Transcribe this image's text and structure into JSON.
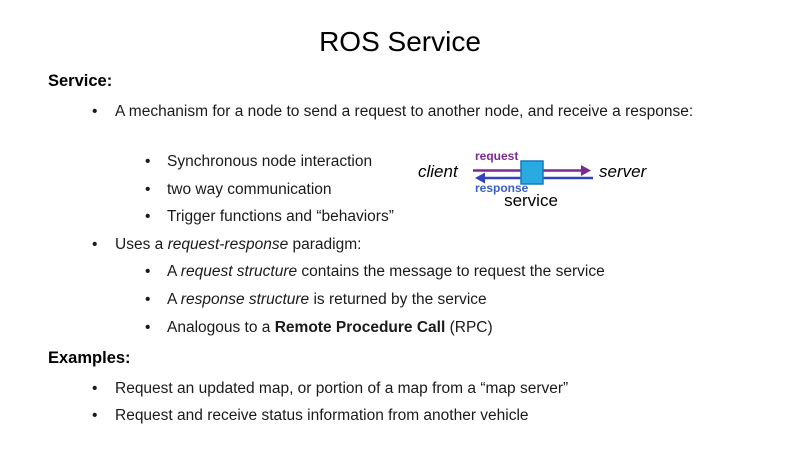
{
  "slide": {
    "title": "ROS Service"
  },
  "content": {
    "service_heading": "Service:",
    "b1": [
      {
        "text": "A mechanism for a node to send a request to another node, and receive a response:"
      }
    ],
    "b1_sub": {
      "0": [
        {
          "text": "Synchronous node interaction"
        }
      ],
      "1": [
        {
          "text": "two way communication"
        }
      ],
      "2": [
        {
          "text": "Trigger functions and “behaviors”"
        }
      ]
    },
    "b2": [
      {
        "text": "Uses a "
      },
      {
        "text": "request-response",
        "style": "italic"
      },
      {
        "text": " paradigm:"
      }
    ],
    "b2_sub": {
      "0": [
        {
          "text": "A "
        },
        {
          "text": "request structure",
          "style": "italic"
        },
        {
          "text": " contains the message to request the service"
        }
      ],
      "1": [
        {
          "text": "A "
        },
        {
          "text": "response structure",
          "style": "italic"
        },
        {
          "text": " is returned by the service"
        }
      ],
      "2": [
        {
          "text": "Analogous to a "
        },
        {
          "text": "Remote Procedure Call",
          "style": "bold"
        },
        {
          "text": " (RPC)"
        }
      ]
    },
    "examples_heading": "Examples:",
    "examples": {
      "0": [
        {
          "text": "Request an updated map, or portion of a map from a “map server”"
        }
      ],
      "1": [
        {
          "text": "Request and receive status information from another vehicle"
        }
      ]
    },
    "bullet_glyph": "•"
  },
  "diagram": {
    "client_label": "client",
    "server_label": "server",
    "request_label": "request",
    "response_label": "response",
    "service_label": "service",
    "colors": {
      "request_arrow": "#7B2A8F",
      "response_arrow": "#3342C0",
      "request_text": "#7B2A8F",
      "response_text": "#3A5FC8",
      "service_box_fill": "#29ABE2",
      "service_box_border": "#1779BE"
    }
  }
}
